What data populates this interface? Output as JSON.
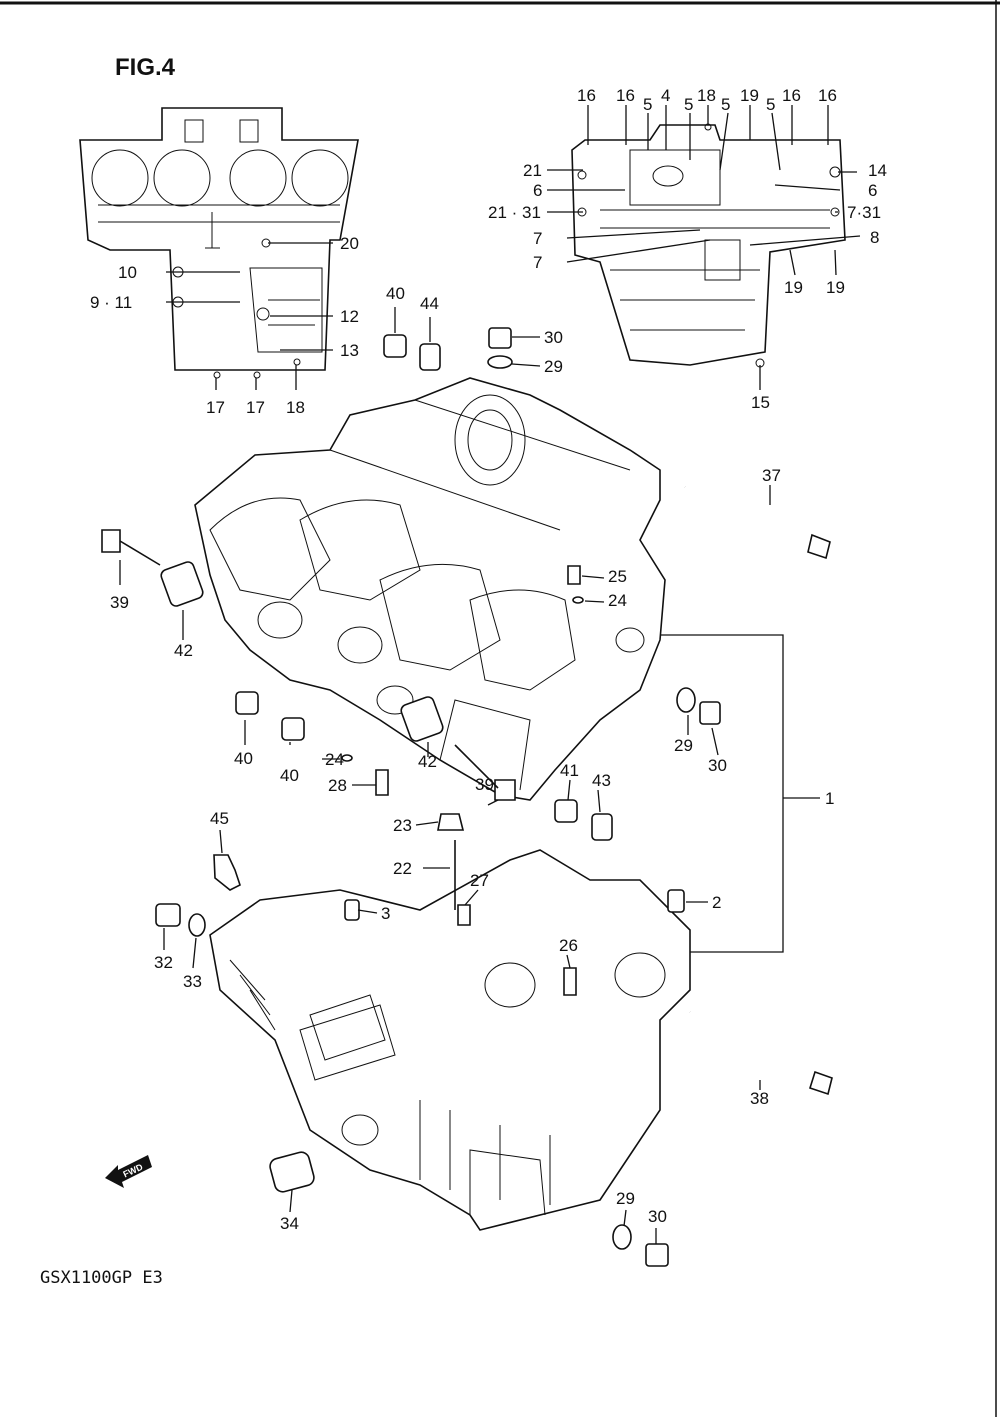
{
  "figure": {
    "title": "FIG.4",
    "model_code": "GSX1100GP  E3",
    "direction_mark": "FWD"
  },
  "callouts": [
    "16",
    "16",
    "5",
    "4",
    "18",
    "5",
    "5",
    "19",
    "5",
    "16",
    "16",
    "21",
    "14",
    "6",
    "6",
    "21 · 31",
    "7·31",
    "7",
    "8",
    "7",
    "19",
    "19",
    "15",
    "20",
    "10",
    "9 · 11",
    "12",
    "13",
    "17",
    "17",
    "18",
    "40",
    "44",
    "30",
    "29",
    "37",
    "39",
    "42",
    "25",
    "24",
    "40",
    "40",
    "24",
    "28",
    "42",
    "39",
    "29",
    "30",
    "41",
    "43",
    "1",
    "45",
    "23",
    "22",
    "27",
    "3",
    "2",
    "32",
    "33",
    "26",
    "38",
    "34",
    "29",
    "30"
  ]
}
